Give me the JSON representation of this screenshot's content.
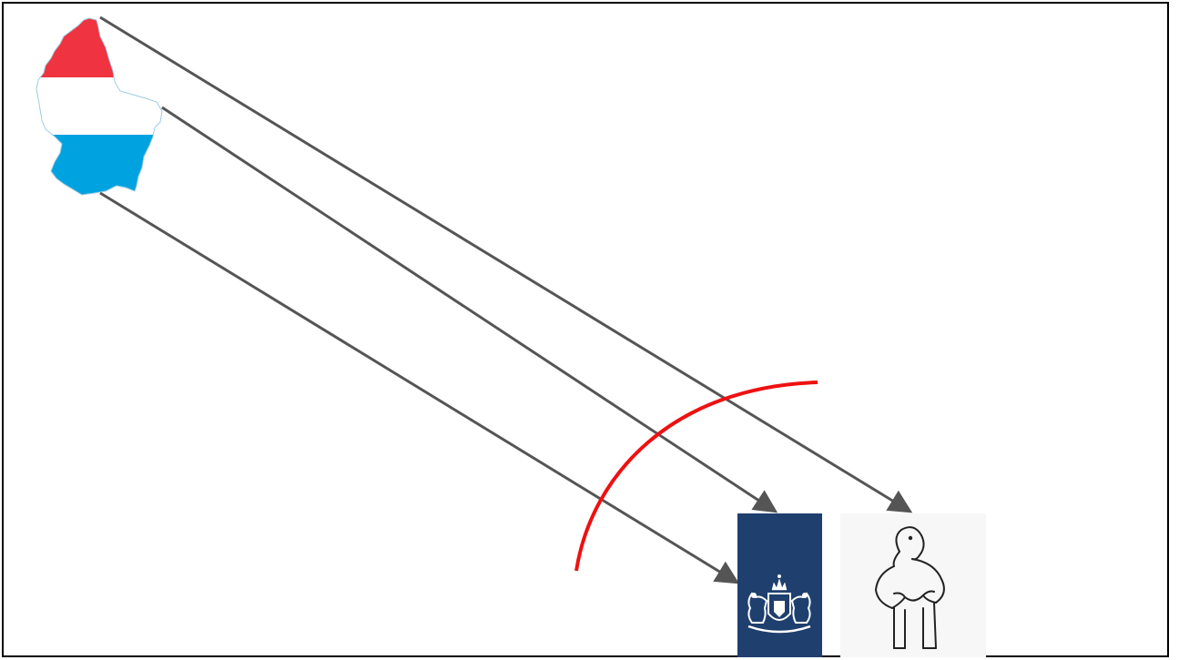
{
  "diagram": {
    "source": {
      "icon": "luxembourg-flag-map-icon",
      "colors": [
        "#ef3340",
        "#ffffff",
        "#00a3e0"
      ]
    },
    "targets": [
      {
        "icon": "dutch-government-coat-of-arms-logo",
        "background": "#1f3f6e"
      },
      {
        "icon": "cartoon-person-hands-on-hips-icon",
        "background": "#f7f7f7"
      }
    ],
    "arrows": [
      {
        "from": "luxembourg-flag-map-icon",
        "to": "cartoon-person-hands-on-hips-icon"
      },
      {
        "from": "luxembourg-flag-map-icon",
        "to": "dutch-government-coat-of-arms-logo"
      },
      {
        "from": "luxembourg-flag-map-icon",
        "to": "dutch-government-coat-of-arms-logo"
      }
    ],
    "arrow_color": "#555555",
    "barrier_color": "#ee1111",
    "frame_color": "#000000"
  }
}
